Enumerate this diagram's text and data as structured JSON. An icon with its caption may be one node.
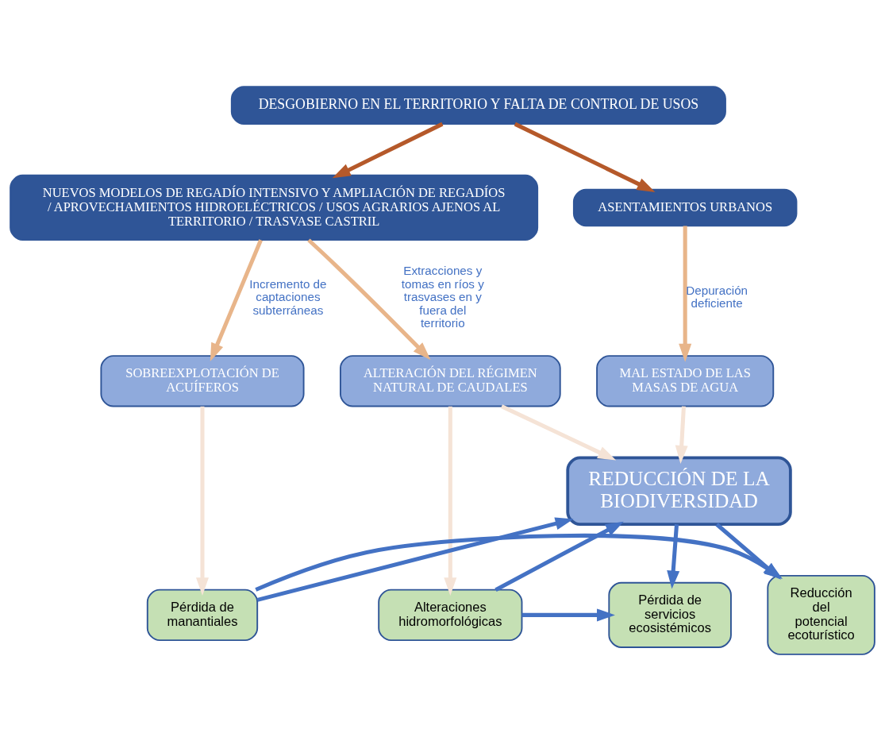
{
  "diagram": {
    "nodes": [
      {
        "text": [
          "DESGOBIERNO EN EL TERRITORIO Y FALTA DE CONTROL DE USOS"
        ]
      },
      {
        "text": [
          "NUEVOS MODELOS DE REGADÍO INTENSIVO Y AMPLIACIÓN DE REGADÍOS / APROVECHAMIENTOS HIDROELÉCTRICOS / USOS AGRARIOS AJENOS AL TERRITORIO / TRASVASE CASTRIL"
        ]
      },
      {
        "text": [
          "ASENTAMIENTOS URBANOS"
        ]
      },
      {
        "text": [
          "SOBREEXPLOTACIÓN DE ACUÍFEROS"
        ]
      },
      {
        "text": [
          "ALTERACIÓN DEL RÉGIMEN NATURAL DE CAUDALES"
        ]
      },
      {
        "text": [
          "MAL ESTADO DE LAS MASAS DE AGUA"
        ]
      },
      {
        "text": [
          "REDUCCIÓN DE LA BIODIVERSIDAD"
        ]
      },
      {
        "text": [
          "Pérdida de manantiales"
        ]
      },
      {
        "text": [
          "Reducción del potencial ecoturístico"
        ]
      },
      {
        "text": [
          "Alteraciones hidromorfológicas"
        ]
      },
      {
        "text": [
          "Pérdida de servicios ecosistémicos"
        ]
      }
    ],
    "edges": [
      {
        "from": 0,
        "to": 1,
        "arrow": "to",
        "color": "#b5592a"
      },
      {
        "from": 0,
        "to": 2,
        "arrow": "to",
        "color": "#b5592a"
      },
      {
        "from": 1,
        "to": 3,
        "arrow": "to",
        "label": "Incremento de captaciones subterráneas",
        "color": "#e8b58a"
      },
      {
        "from": 1,
        "to": 4,
        "arrow": "to",
        "label": "Extracciones y tomas en ríos y trasvases en y fuera del territorio",
        "color": "#e8b58a"
      },
      {
        "from": 2,
        "to": 5,
        "arrow": "to",
        "label": "Depuración deficiente",
        "color": "#e8b58a"
      },
      {
        "from": 3,
        "to": 7,
        "arrow": "to",
        "color": "#f5e3d6"
      },
      {
        "from": 4,
        "to": 9,
        "arrow": "to",
        "color": "#f5e3d6"
      },
      {
        "from": 4,
        "to": 6,
        "arrow": "to",
        "color": "#f5e3d6"
      },
      {
        "from": 5,
        "to": 6,
        "arrow": "to",
        "color": "#f5e3d6"
      },
      {
        "from": 7,
        "to": 6,
        "arrow": "to"
      },
      {
        "from": 6,
        "to": 8,
        "arrow": "to"
      },
      {
        "from": 9,
        "to": 6,
        "arrow": "to"
      },
      {
        "from": 6,
        "to": 10,
        "arrow": "to"
      },
      {
        "from": 7,
        "to": 8,
        "arrow": "to"
      },
      {
        "from": 9,
        "to": 10,
        "arrow": "to"
      }
    ]
  }
}
